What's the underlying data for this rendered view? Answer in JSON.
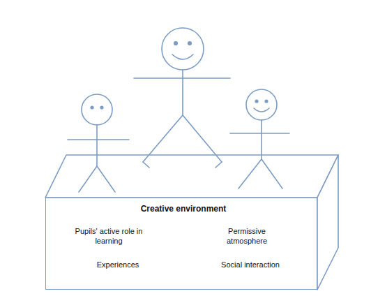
{
  "diagram": {
    "nodes": [
      {
        "text": [
          "Creative environment",
          "Pupils' active role in learning",
          "Permissive atmosphere",
          "Experiences",
          "Social interaction"
        ]
      }
    ]
  }
}
